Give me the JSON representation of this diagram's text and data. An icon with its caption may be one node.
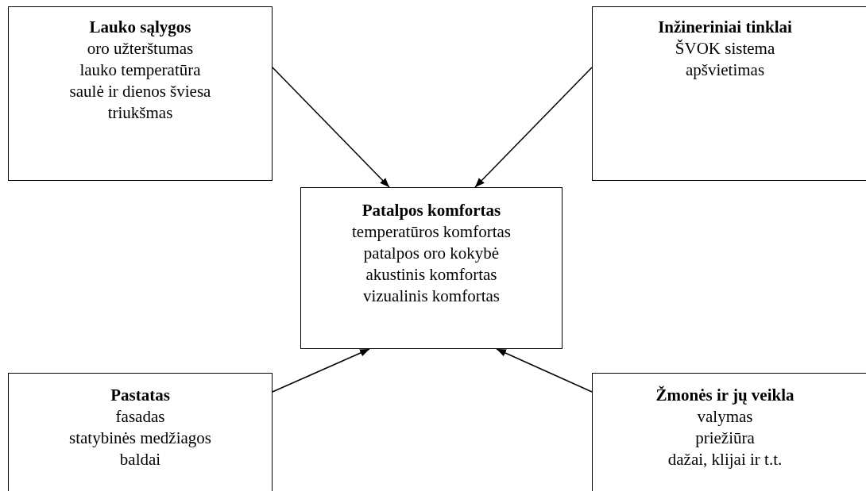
{
  "diagram": {
    "nodes": [
      {
        "text": [
          "Lauko sąlygos",
          "oro užterštumas",
          "lauko temperatūra",
          "saulė ir dienos šviesa",
          "triukšmas"
        ]
      },
      {
        "text": [
          "Inžineriniai tinklai",
          "ŠVOK sistema",
          "apšvietimas"
        ]
      },
      {
        "text": [
          "Patalpos komfortas",
          "temperatūros komfortas",
          "patalpos oro kokybė",
          "akustinis komfortas",
          "vizualinis komfortas"
        ]
      },
      {
        "text": [
          "Pastatas",
          "fasadas",
          "statybinės medžiagos",
          "baldai"
        ]
      },
      {
        "text": [
          "Žmonės ir jų veikla",
          "valymas",
          "priežiūra",
          "dažai, klijai ir t.t."
        ]
      }
    ],
    "edges": [
      {
        "from": 0,
        "to": 2,
        "arrow": "to"
      },
      {
        "from": 1,
        "to": 2,
        "arrow": "to"
      },
      {
        "from": 3,
        "to": 2,
        "arrow": "to"
      },
      {
        "from": 4,
        "to": 2,
        "arrow": "to"
      }
    ]
  }
}
